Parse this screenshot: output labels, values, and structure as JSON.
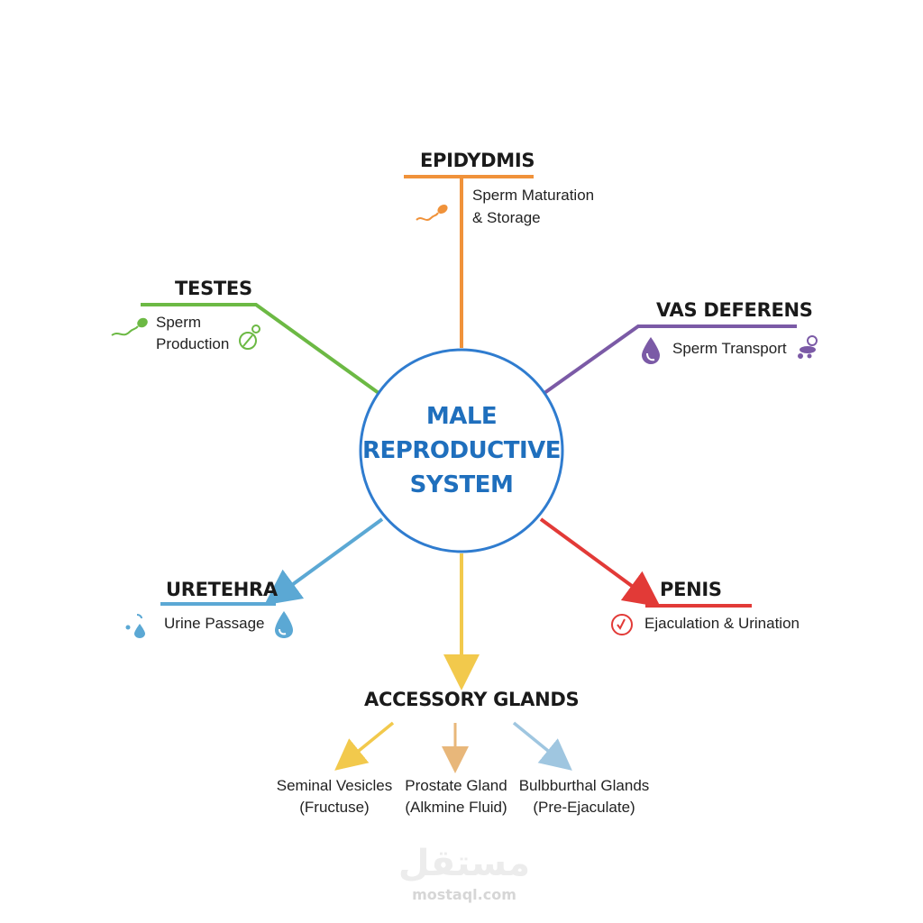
{
  "center": {
    "lines": [
      "MALE",
      "REPRODUCTIVE",
      "SYSTEM"
    ]
  },
  "colors": {
    "epididymis": "#f0923a",
    "vas_deferens": "#7b5aa6",
    "penis": "#e23a37",
    "accessory": "#f2c94c",
    "urethra": "#5ba8d4",
    "testes": "#6cb944",
    "center_ring": "#2f7ccf",
    "center_text": "#1f6fbd"
  },
  "nodes": {
    "epididymis": {
      "title": "EPIDYDMIS",
      "desc": [
        "Sperm Maturation",
        "& Storage"
      ],
      "icon": "sperm-icon"
    },
    "vas_deferens": {
      "title": "VAS DEFERENS",
      "desc": [
        "Sperm Transport"
      ],
      "icon": "droplet-icon"
    },
    "penis": {
      "title": "PENIS",
      "desc": [
        "Ejaculation & Urination"
      ],
      "icon": "circle-check-icon"
    },
    "urethra": {
      "title": "URETEHRA",
      "desc": [
        "Urine Passage"
      ],
      "icon": "water-drop-icon"
    },
    "testes": {
      "title": "TESTES",
      "desc": [
        "Sperm",
        "Production"
      ],
      "icon": "sperm-icon"
    },
    "accessory": {
      "title": "ACCESSORY GLANDS",
      "glands": [
        {
          "name": "Seminal Vesicles",
          "detail": "(Fructuse)"
        },
        {
          "name": "Prostate Gland",
          "detail": "(Alkmine Fluid)"
        },
        {
          "name": "Bulbburthal Glands",
          "detail": "(Pre-Ejaculate)"
        }
      ]
    }
  },
  "watermark": {
    "arabic": "مستقل",
    "latin": "mostaql.com"
  }
}
